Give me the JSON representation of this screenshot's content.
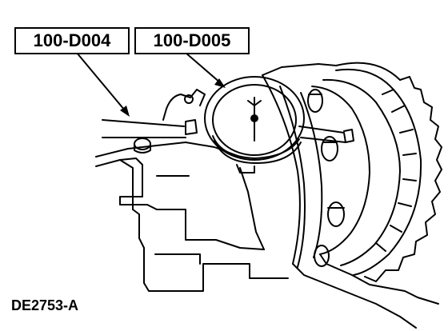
{
  "callouts": [
    {
      "label": "100-D004"
    },
    {
      "label": "100-D005"
    }
  ],
  "figure_id": "DE2753-A"
}
